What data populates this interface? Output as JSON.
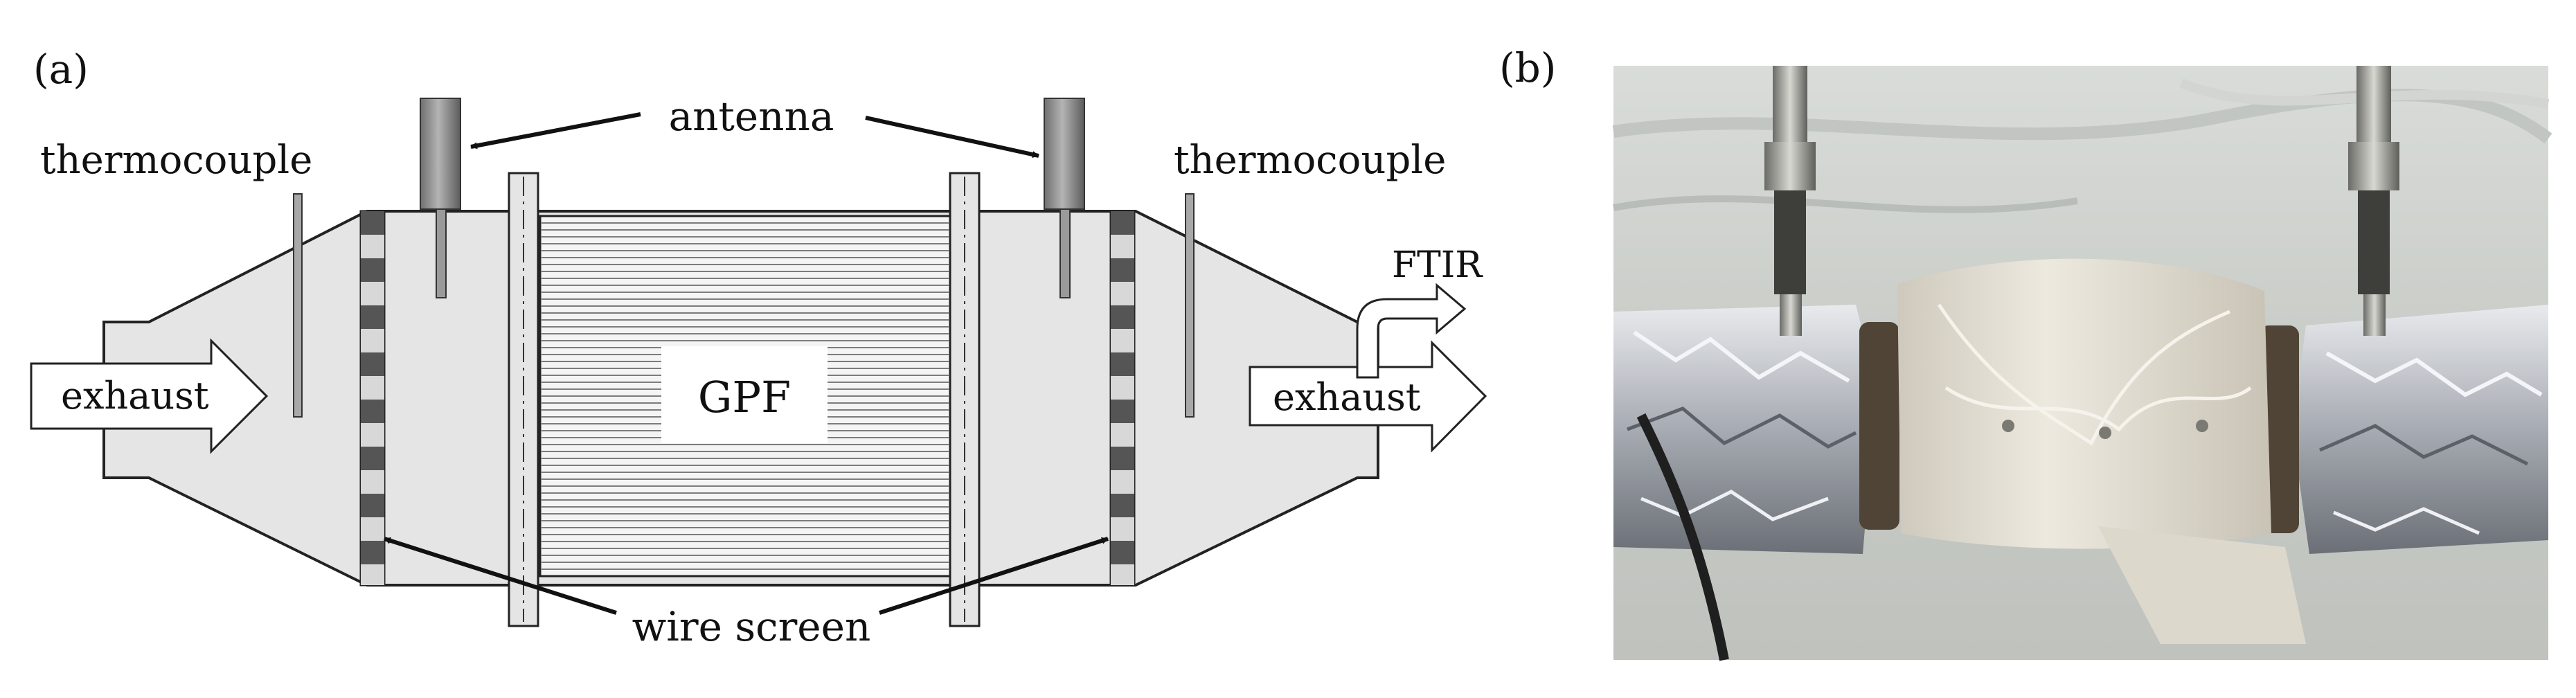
{
  "panel_a": {
    "label": "(a)",
    "antenna": "antenna",
    "thermocouple_left": "thermocouple",
    "thermocouple_right": "thermocouple",
    "ftir": "FTIR",
    "exhaust_in": "exhaust",
    "exhaust_out": "exhaust",
    "gpf": "GPF",
    "wire_screen": "wire screen"
  },
  "panel_b": {
    "label": "(b)"
  },
  "colors": {
    "housing_fill": "#e5e5e5",
    "stroke": "#222222",
    "antenna_grey": "#8c8c8c",
    "screen_dark": "#555555",
    "foil": "#b8bcc2",
    "textile": "#e6e1d6"
  }
}
